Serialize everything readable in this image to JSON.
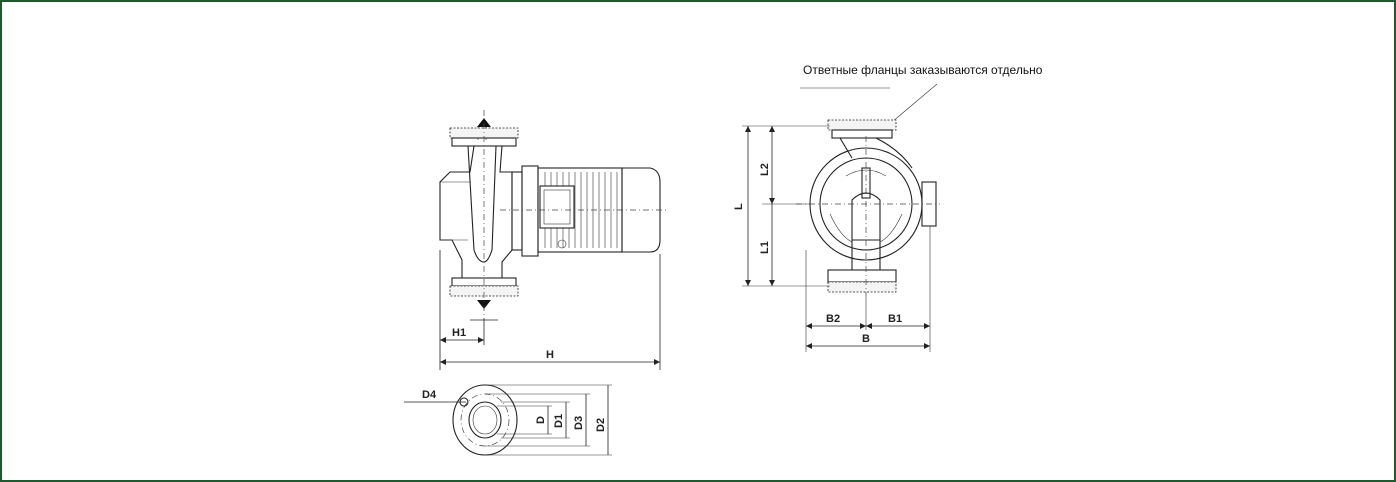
{
  "note": "Ответные фланцы заказываются отдельно",
  "labels": {
    "H1": "H1",
    "H": "H",
    "L": "L",
    "L1": "L1",
    "L2": "L2",
    "B": "B",
    "B1": "B1",
    "B2": "B2",
    "D": "D",
    "D1": "D1",
    "D2": "D2",
    "D3": "D3",
    "D4": "D4"
  },
  "colors": {
    "frame": "#1f5a2e",
    "ink": "#222222"
  }
}
